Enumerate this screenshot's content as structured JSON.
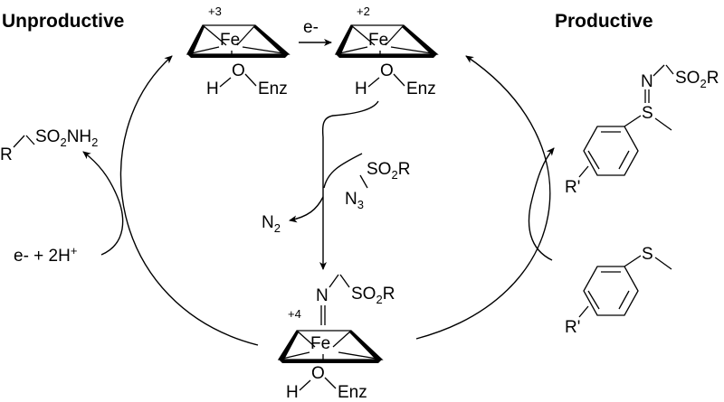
{
  "headings": {
    "left": "Unproductive",
    "right": "Productive"
  },
  "iron": "Fe",
  "hydroxyl": {
    "h": "H",
    "o": "O",
    "enz": "Enz"
  },
  "states": {
    "fe3": "+3",
    "fe2": "+2",
    "fe4": "+4"
  },
  "reduction": "e-",
  "electrons": {
    "main": "e- + 2H",
    "sup": "+"
  },
  "nitrogen": {
    "n": "N",
    "sub": "2"
  },
  "azide": {
    "n": "N",
    "n_sub": "3",
    "so": "SO",
    "so_sub": "2",
    "r": "R"
  },
  "nitrene": {
    "n": "N",
    "so": "SO",
    "so_sub": "2",
    "r": "R"
  },
  "sulfonamide": {
    "r": "R",
    "so": "SO",
    "so_sub": "2",
    "nh": "NH",
    "nh_sub": "2"
  },
  "sulfimide": {
    "n": "N",
    "so": "SO",
    "so_sub": "2",
    "r": "R",
    "s": "S",
    "rp": "R'"
  },
  "sulfide": {
    "s": "S",
    "rp": "R'"
  }
}
